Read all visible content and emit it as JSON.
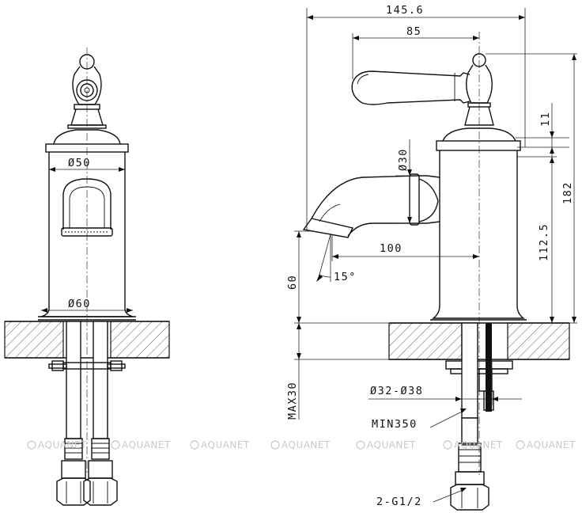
{
  "dimensions": {
    "total_width": "145.6",
    "handle_reach": "85",
    "spout_diameter": "Ø30",
    "body_top_diameter": "Ø50",
    "base_diameter": "Ø60",
    "spout_reach": "100",
    "spout_angle": "15°",
    "spout_height": "60",
    "body_height": "112.5",
    "total_height": "182",
    "collar_height": "11",
    "max_deck_thickness": "MAX30",
    "hole_diameter": "Ø32-Ø38",
    "hose_length": "MIN350",
    "thread": "2-G1/2"
  },
  "watermark": "AQUANET",
  "colors": {
    "line": "#111111",
    "watermark": "#c9c9c9"
  }
}
